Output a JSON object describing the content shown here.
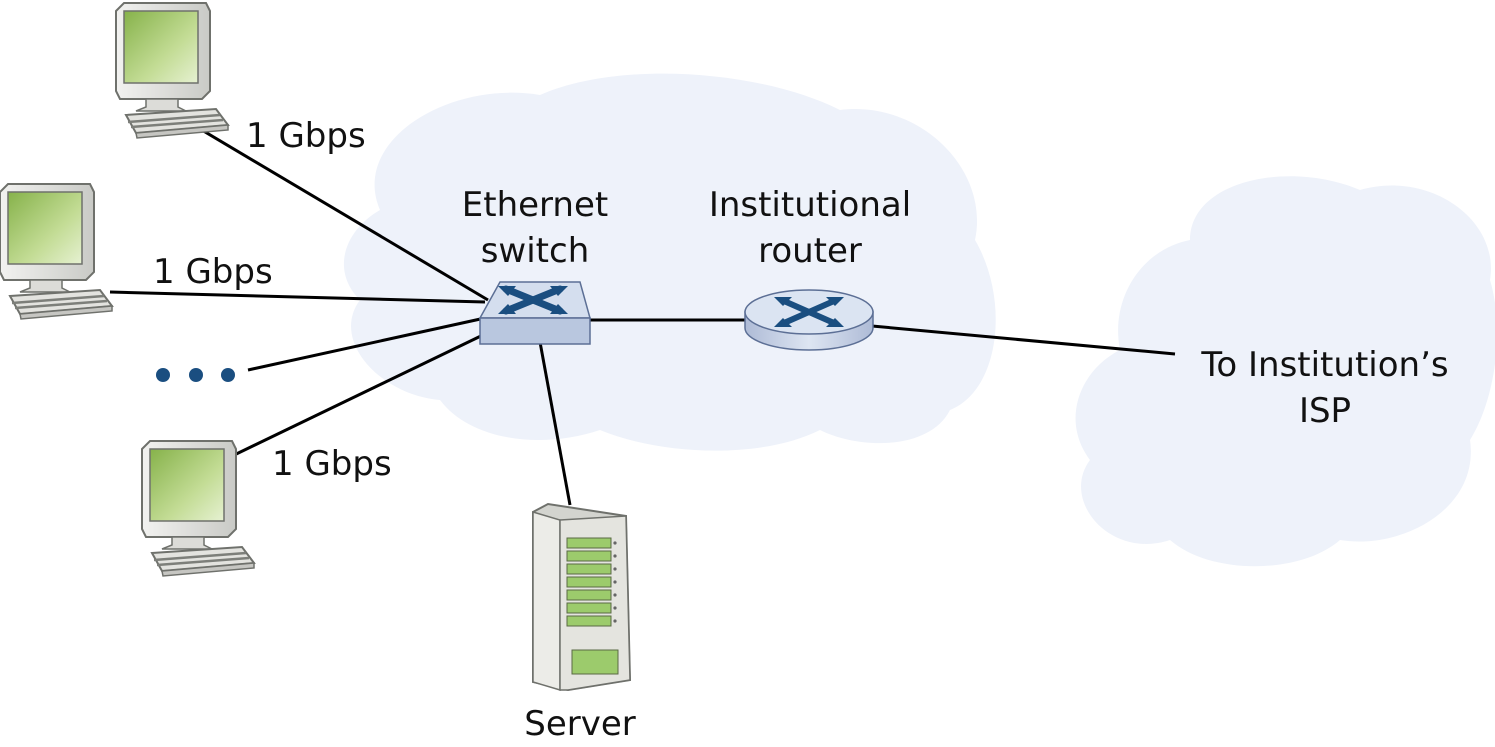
{
  "labels": {
    "link_top": "1 Gbps",
    "link_middle": "1 Gbps",
    "link_bottom": "1 Gbps",
    "switch_line1": "Ethernet",
    "switch_line2": "switch",
    "router_line1": "Institutional",
    "router_line2": "router",
    "isp_line1": "To Institution’s",
    "isp_line2": "ISP",
    "server": "Server"
  },
  "colors": {
    "cloud": "#eef2fa",
    "screen": "#a8cc6a",
    "device_body": "#b9c7df",
    "device_top": "#d4deee",
    "device_arrow": "#1a4e80",
    "ellipsis_dots": "#1a4e80",
    "link": "#000000",
    "server_light": "#9ccb6c"
  },
  "icons": {
    "hosts": "desktop-computer-icon",
    "switch": "ethernet-switch-icon",
    "router": "router-icon",
    "server": "server-tower-icon"
  }
}
